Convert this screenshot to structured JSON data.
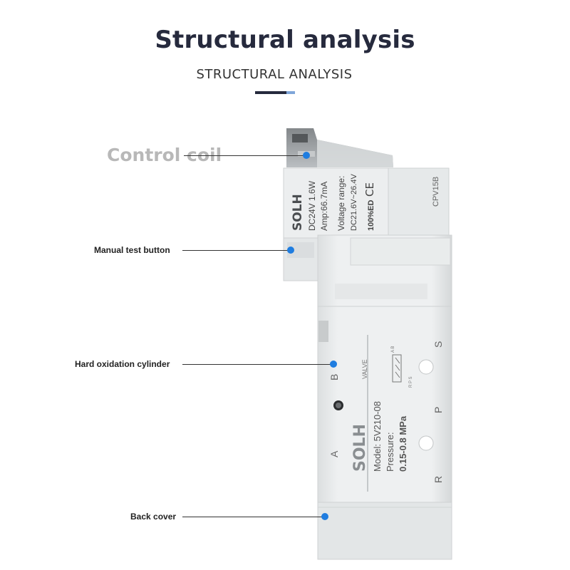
{
  "header": {
    "title": "Structural analysis",
    "subtitle": "STRUCTURAL ANALYSIS"
  },
  "callouts": [
    {
      "label": "Control coil"
    },
    {
      "label": "Manual test button"
    },
    {
      "label": "Hard oxidation cylinder"
    },
    {
      "label": "Back cover"
    }
  ],
  "product": {
    "coil_label": {
      "brand": "SOLH",
      "spec_1": "DC24V 1.6W",
      "spec_2": "Amp:66.7mA",
      "voltage_title": "Voltage range:",
      "voltage_value": "DC21.6V~26.4V",
      "duty": "100%ED",
      "ce_mark": "CE"
    },
    "coil_model": "CPV15B",
    "body_label": {
      "brand": "SOLH",
      "model": "Model: 5V210-08",
      "pressure_title": "Pressure:",
      "pressure_value": "0.15-0.8 MPa",
      "valve_word": "VALVE"
    },
    "port_labels": {
      "a": "A",
      "b": "B",
      "s": "S",
      "p": "P",
      "r": "R"
    },
    "symbol_port_labels": {
      "top": "A B",
      "bottom": "R P S"
    }
  },
  "colors": {
    "title": "#262a3d",
    "callout_dot": "#1f7de0",
    "callout_big_text": "#b8b8b8",
    "valve_body": "#e8ebec"
  }
}
